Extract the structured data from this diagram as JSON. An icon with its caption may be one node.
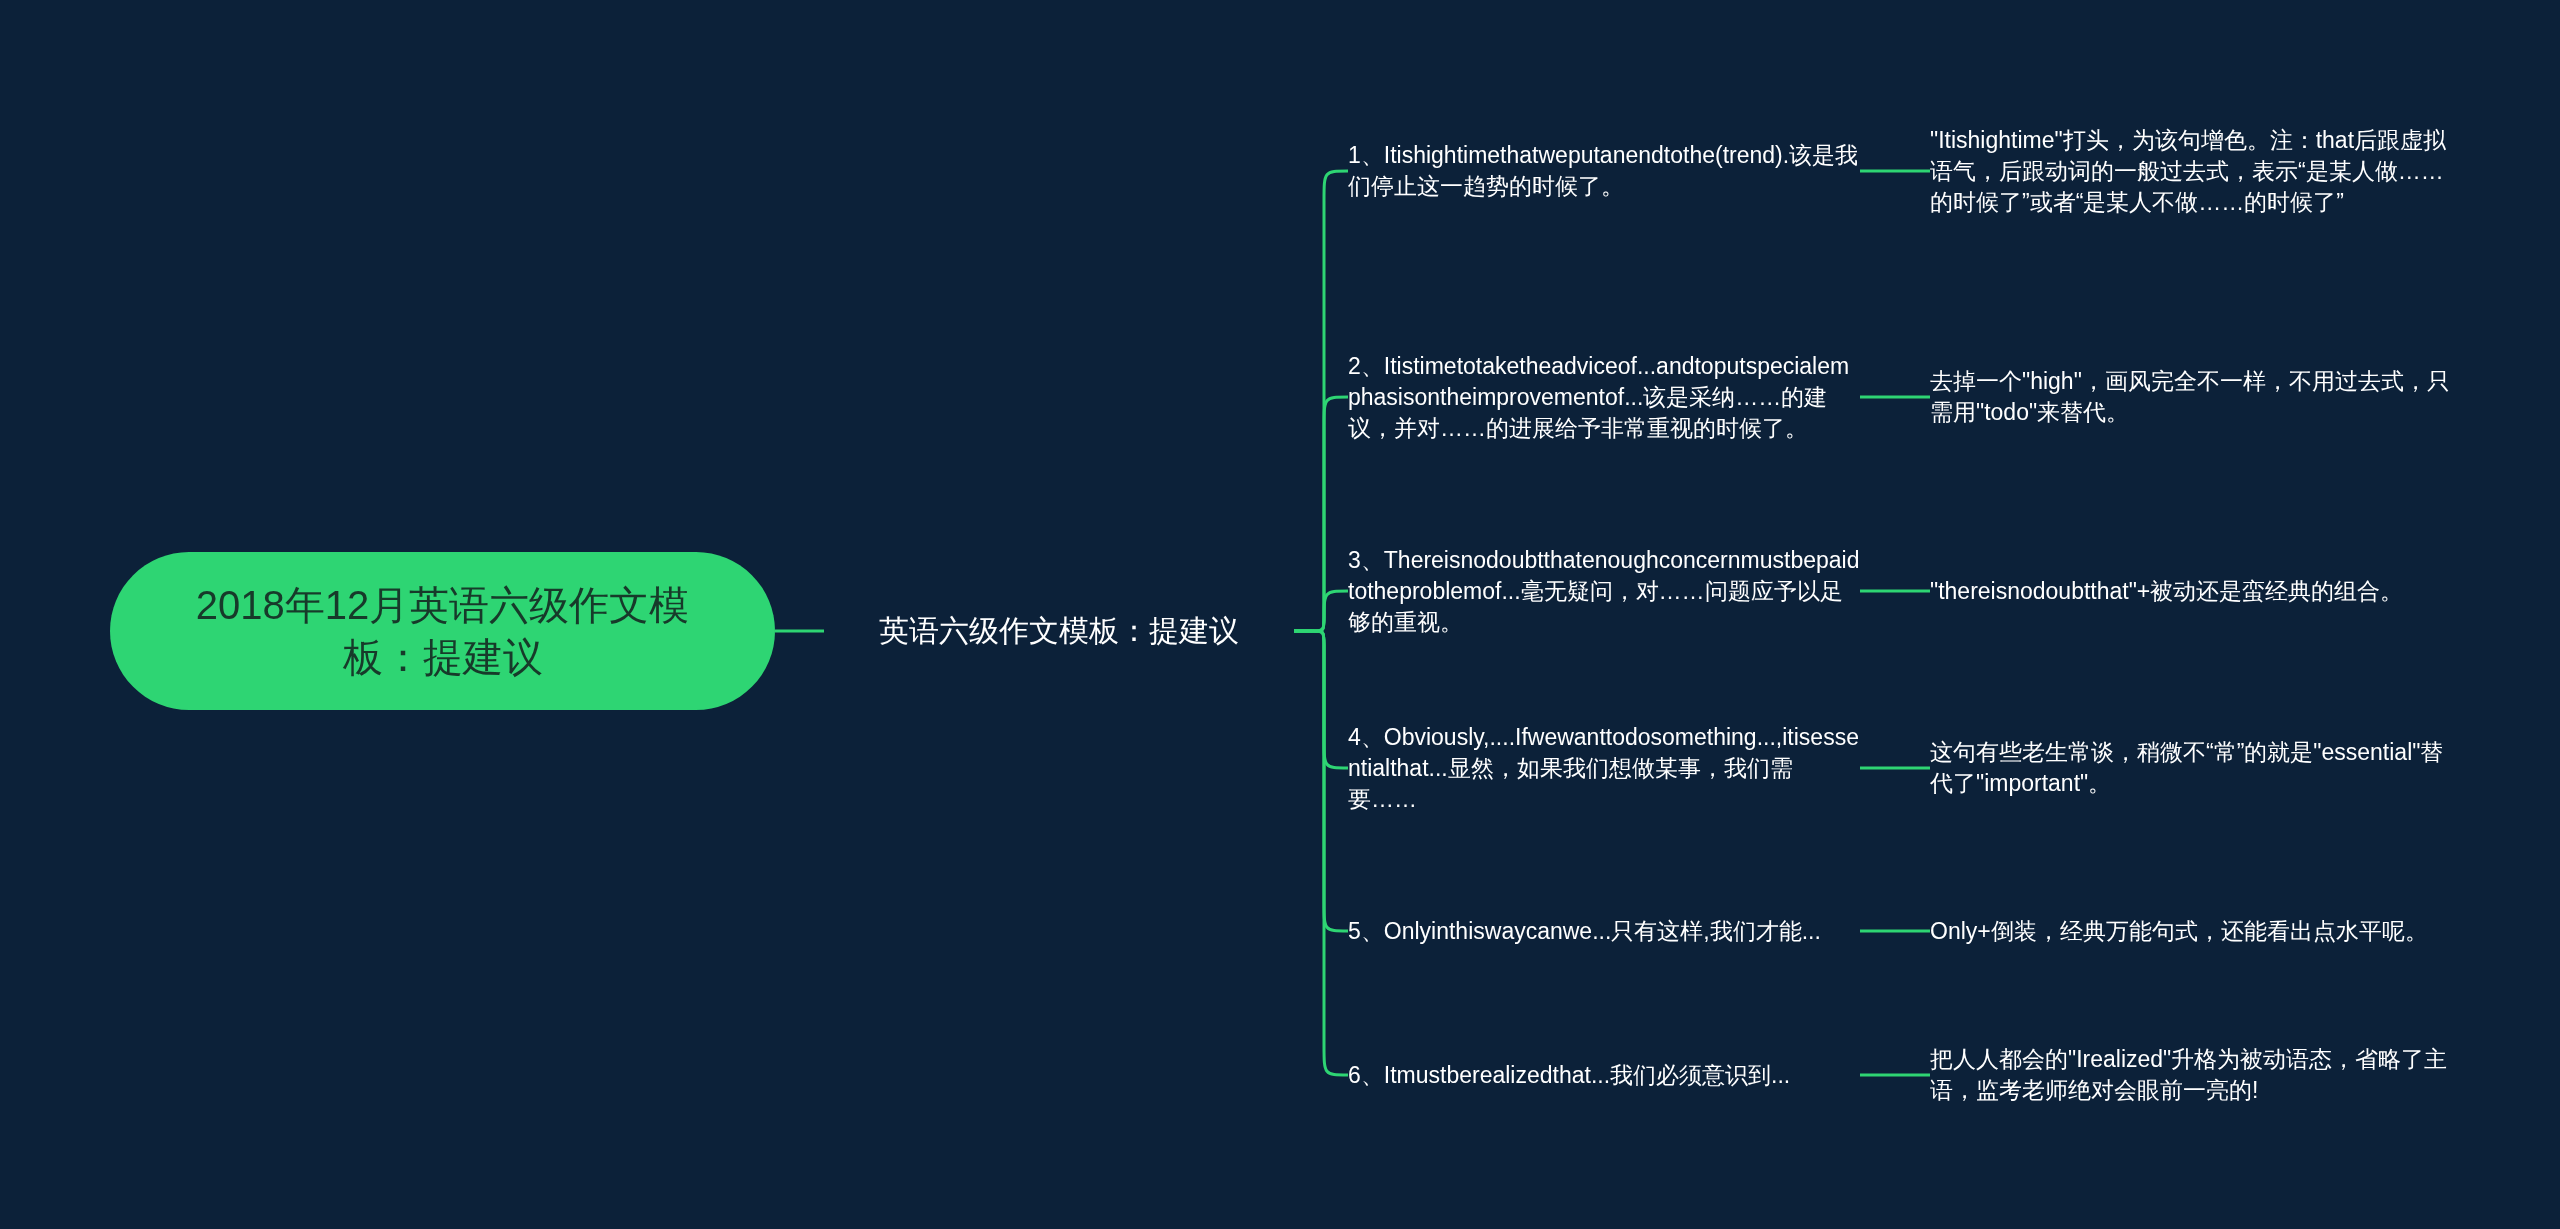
{
  "diagram": {
    "nodes": [
      {
        "text": [
          "2018年12月英语六级作文模板：提建议"
        ]
      },
      {
        "text": [
          "英语六级作文模板：提建议"
        ]
      },
      {
        "text": [
          "1、Itishightimethatweputanendtothe(trend).该是我们停止这一趋势的时候了。"
        ]
      },
      {
        "text": [
          "2、Itistimetotaketheadviceof...andtoputspecialemphasisontheimprovementof...该是采纳……的建议，并对……的进展给予非常重视的时候了。"
        ]
      },
      {
        "text": [
          "3、Thereisnodoubtthatenoughconcernmustbepaidtotheproblemof...毫无疑问，对……问题应予以足够的重视。"
        ]
      },
      {
        "text": [
          "4、Obviously,....Ifwewanttodosomething...,itisessentialthat...显然，如果我们想做某事，我们需要……"
        ]
      },
      {
        "text": [
          "5、Onlyinthiswaycanwe...只有这样,我们才能..."
        ]
      },
      {
        "text": [
          "6、Itmustberealizedthat...我们必须意识到..."
        ]
      },
      {
        "text": [
          "\"Itishightime\"打头，为该句增色。注：that后跟虚拟语气，后跟动词的一般过去式，表示“是某人做……的时候了”或者“是某人不做……的时候了”"
        ]
      },
      {
        "text": [
          "去掉一个\"high\"，画风完全不一样，不用过去式，只需用\"todo\"来替代。"
        ]
      },
      {
        "text": [
          "\"thereisnodoubtthat\"+被动还是蛮经典的组合。"
        ]
      },
      {
        "text": [
          "这句有些老生常谈，稍微不“常”的就是\"essential\"替代了\"important\"。"
        ]
      },
      {
        "text": [
          "Only+倒装，经典万能句式，还能看出点水平呢。"
        ]
      },
      {
        "text": [
          "把人人都会的\"Irealized\"升格为被动语态，省略了主语，监考老师绝对会眼前一亮的!"
        ]
      }
    ],
    "edges": [
      {
        "from": 0,
        "to": 1,
        "arrow": "none"
      },
      {
        "from": 1,
        "to": 2,
        "arrow": "none"
      },
      {
        "from": 1,
        "to": 3,
        "arrow": "none"
      },
      {
        "from": 1,
        "to": 4,
        "arrow": "none"
      },
      {
        "from": 1,
        "to": 5,
        "arrow": "none"
      },
      {
        "from": 1,
        "to": 6,
        "arrow": "none"
      },
      {
        "from": 1,
        "to": 7,
        "arrow": "none"
      },
      {
        "from": 2,
        "to": 8,
        "arrow": "none"
      },
      {
        "from": 3,
        "to": 9,
        "arrow": "none"
      },
      {
        "from": 4,
        "to": 10,
        "arrow": "none"
      },
      {
        "from": 5,
        "to": 11,
        "arrow": "none"
      },
      {
        "from": 6,
        "to": 12,
        "arrow": "none"
      },
      {
        "from": 7,
        "to": 13,
        "arrow": "none"
      }
    ]
  }
}
